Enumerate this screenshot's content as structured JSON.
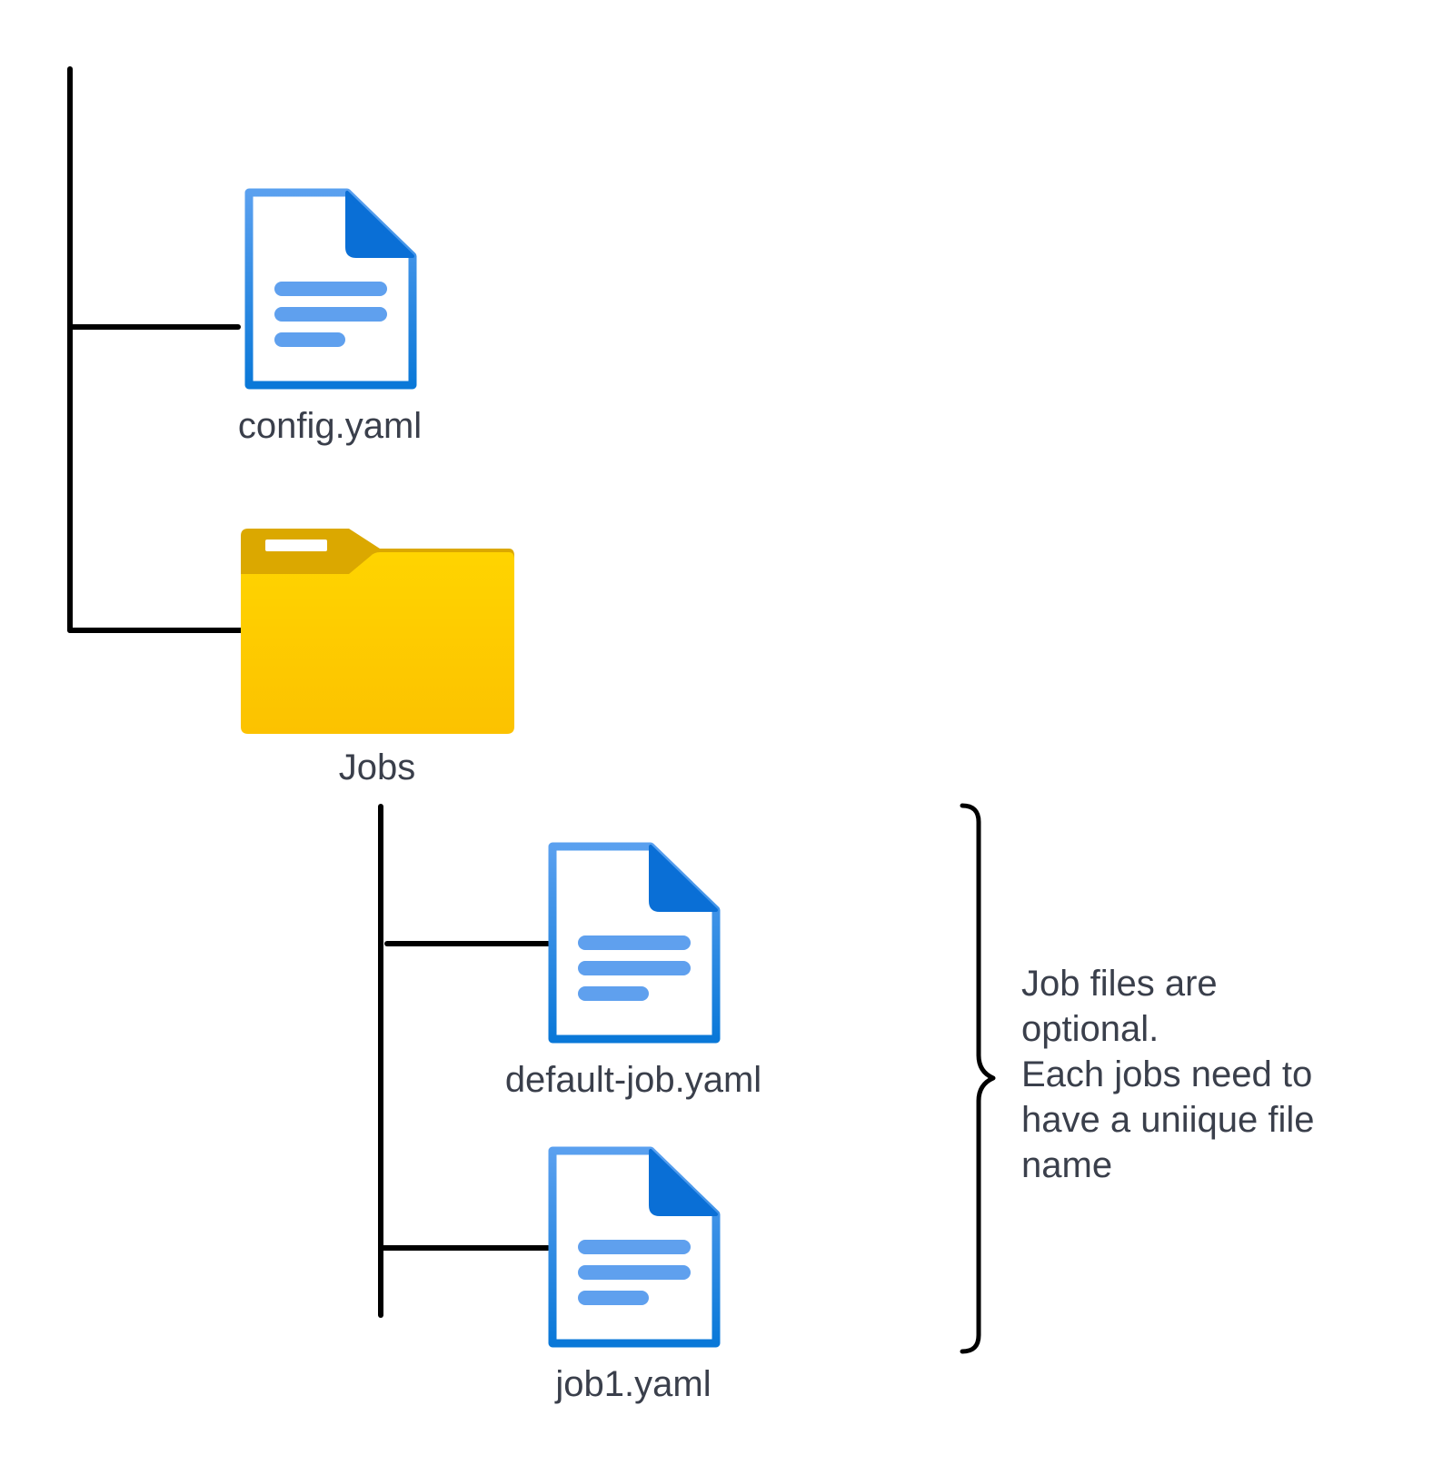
{
  "tree": {
    "files": [
      {
        "name": "config.yaml",
        "icon": "document-icon"
      },
      {
        "name": "default-job.yaml",
        "icon": "document-icon"
      },
      {
        "name": "job1.yaml",
        "icon": "document-icon"
      }
    ],
    "folder": {
      "name": "Jobs",
      "icon": "folder-icon"
    }
  },
  "note": {
    "lines": [
      "Job files are",
      "optional.",
      "Each jobs need to",
      "have a uniique file",
      "name"
    ]
  },
  "colors": {
    "line": "#000000",
    "text": "#3a3f4b",
    "doc_outline": "#1e88e5",
    "doc_fold": "#0a6fd6",
    "doc_lines": "#5fa0ee",
    "folder_tab": "#dba800",
    "folder_body": "#ffd000"
  }
}
